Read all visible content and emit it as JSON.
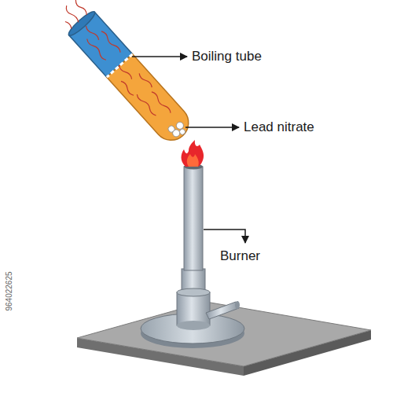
{
  "diagram": {
    "labels": [
      "Boiling tube",
      "Lead nitrate",
      "Burner",
      "964022625"
    ]
  }
}
